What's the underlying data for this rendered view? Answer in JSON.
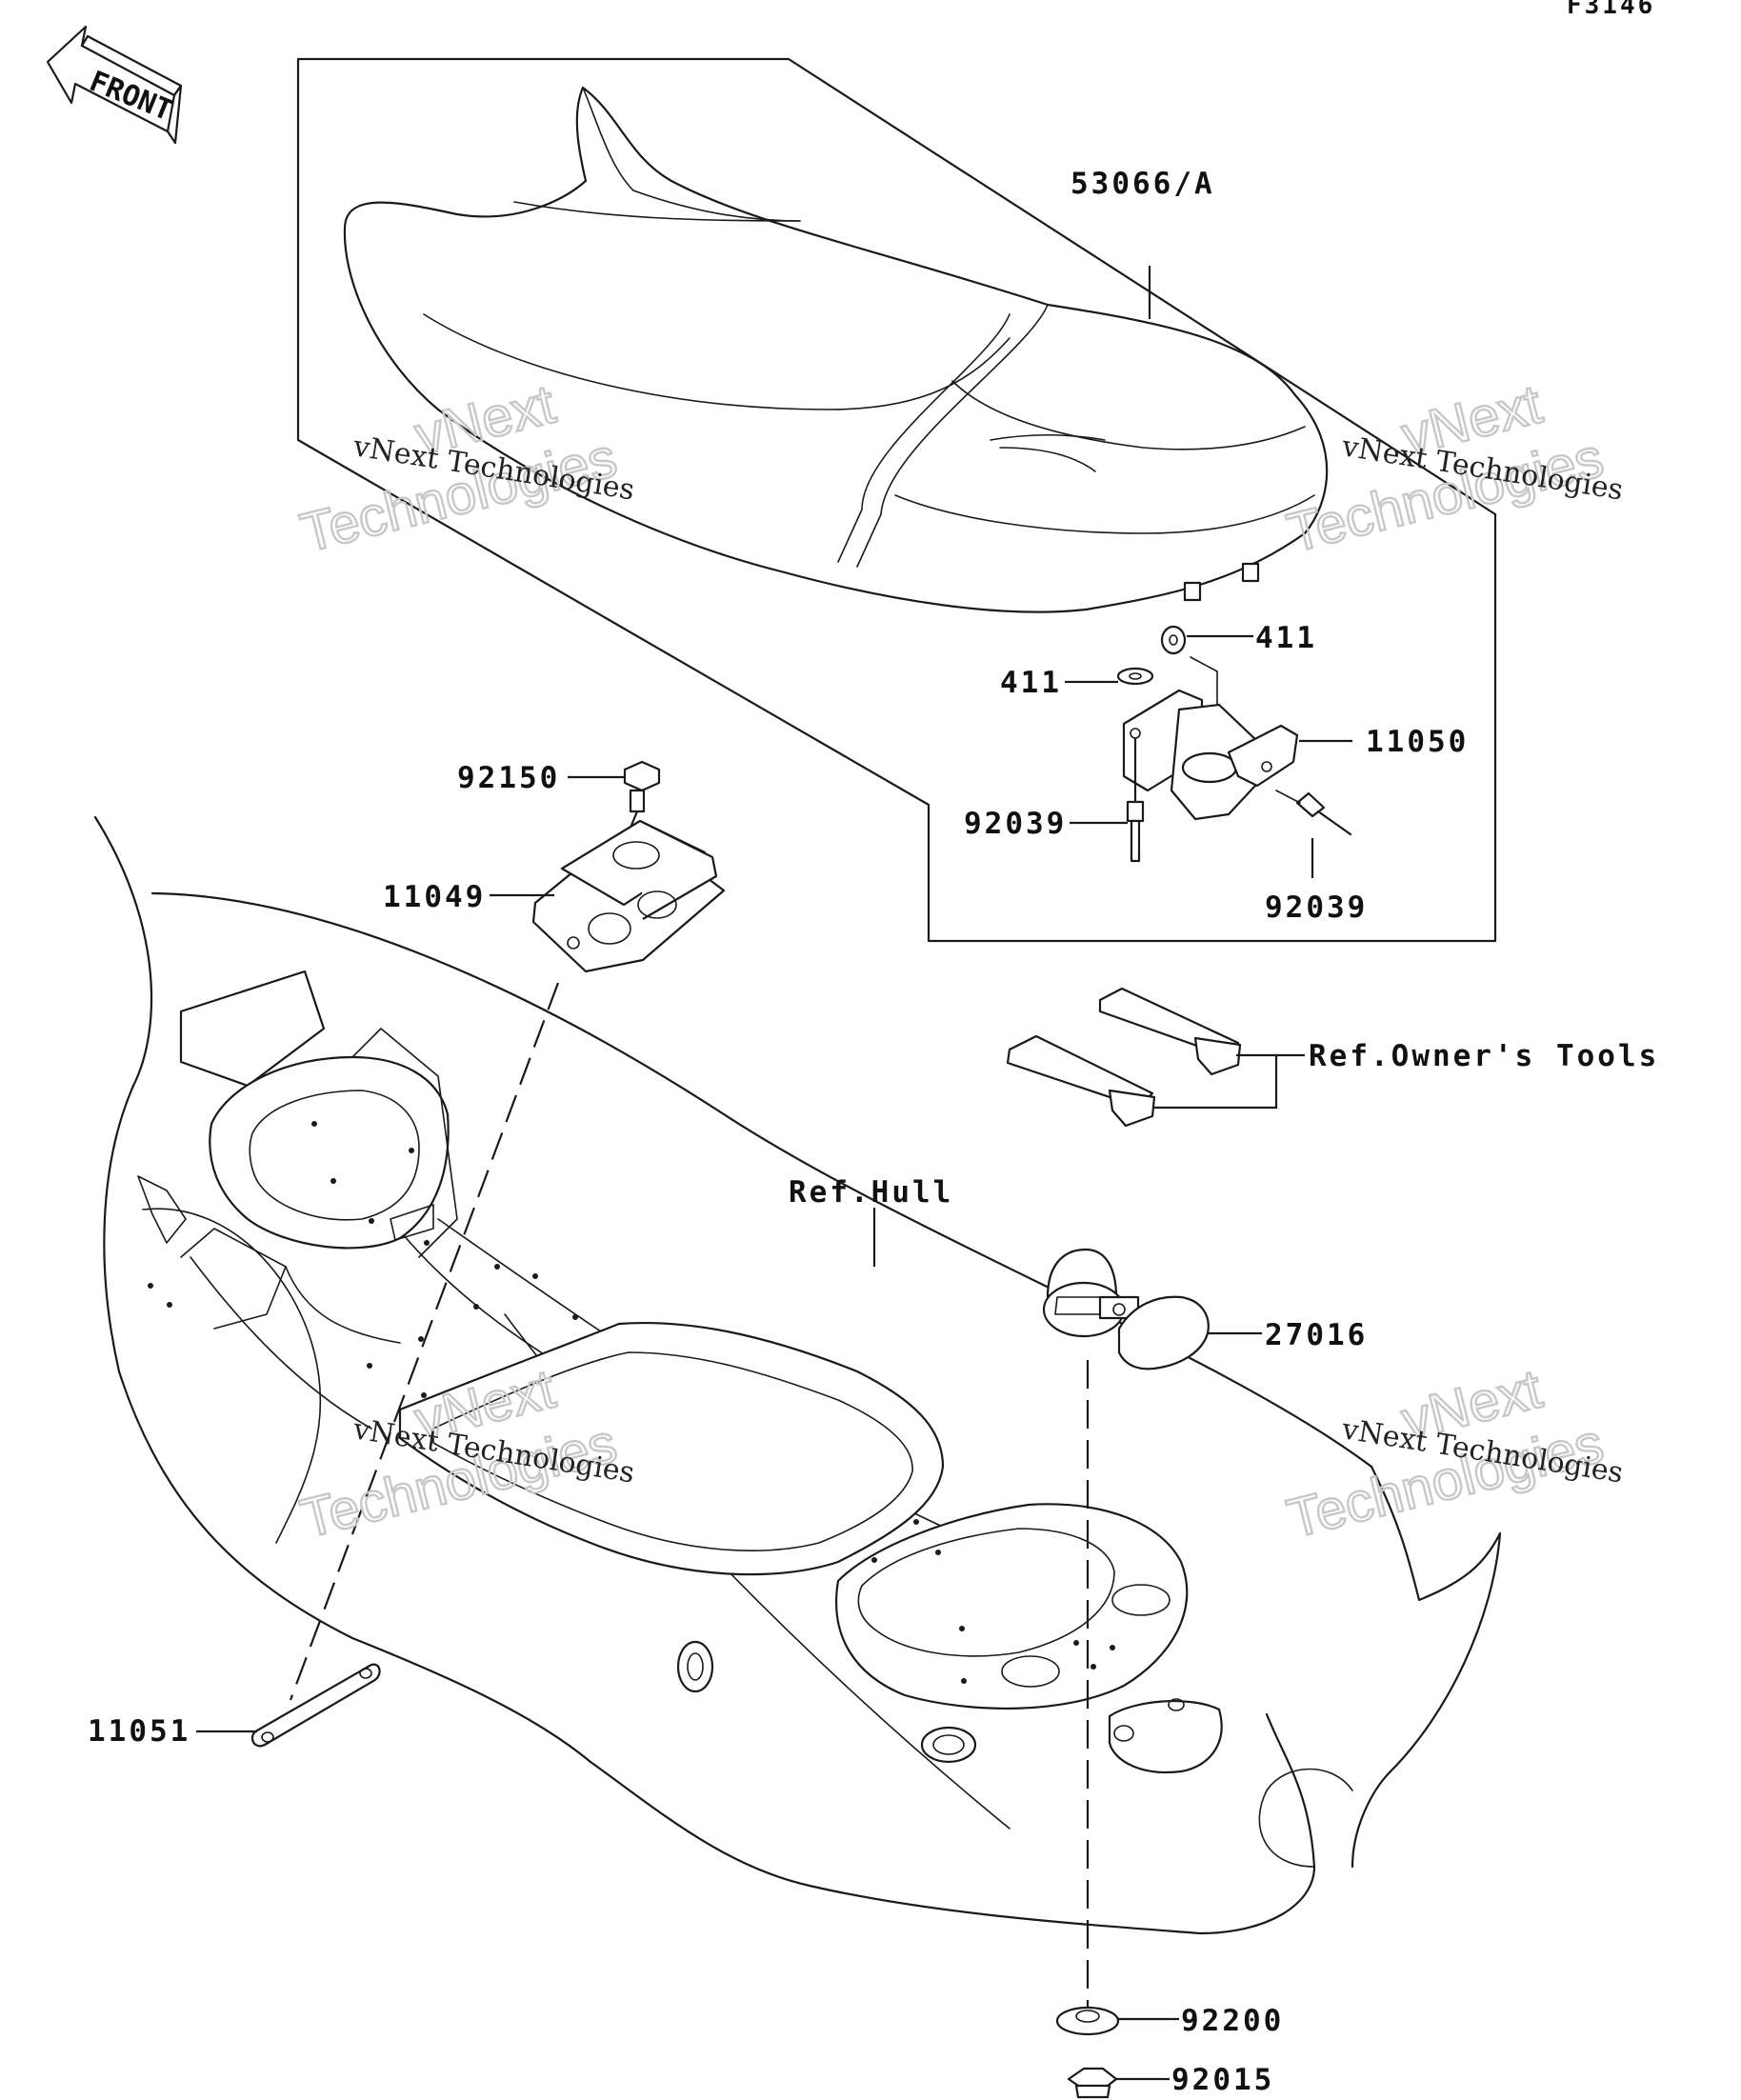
{
  "drawing_code": "F3146",
  "front_label": "FRONT",
  "parts": {
    "seat": "53066/A",
    "washer_right": "411",
    "washer_left": "411",
    "bracket_right": "11050",
    "pin_left": "92039",
    "pin_right": "92039",
    "bolt": "92150",
    "bracket_left": "11049",
    "owners_tools": "Ref.Owner's Tools",
    "hull": "Ref.Hull",
    "bumper": "27016",
    "plate": "11051",
    "washer_bottom": "92200",
    "nut_bottom": "92015"
  },
  "watermarks": [
    {
      "line1": "vNext Technologies",
      "line2": "vNext",
      "line3": "Technologies"
    },
    {
      "line1": "vNext Technologies",
      "line2": "vNext",
      "line3": "Technologies"
    },
    {
      "line1": "vNext Technologies",
      "line2": "vNext",
      "line3": "Technologies"
    },
    {
      "line1": "vNext Technologies",
      "line2": "vNext",
      "line3": "Technologies"
    }
  ]
}
